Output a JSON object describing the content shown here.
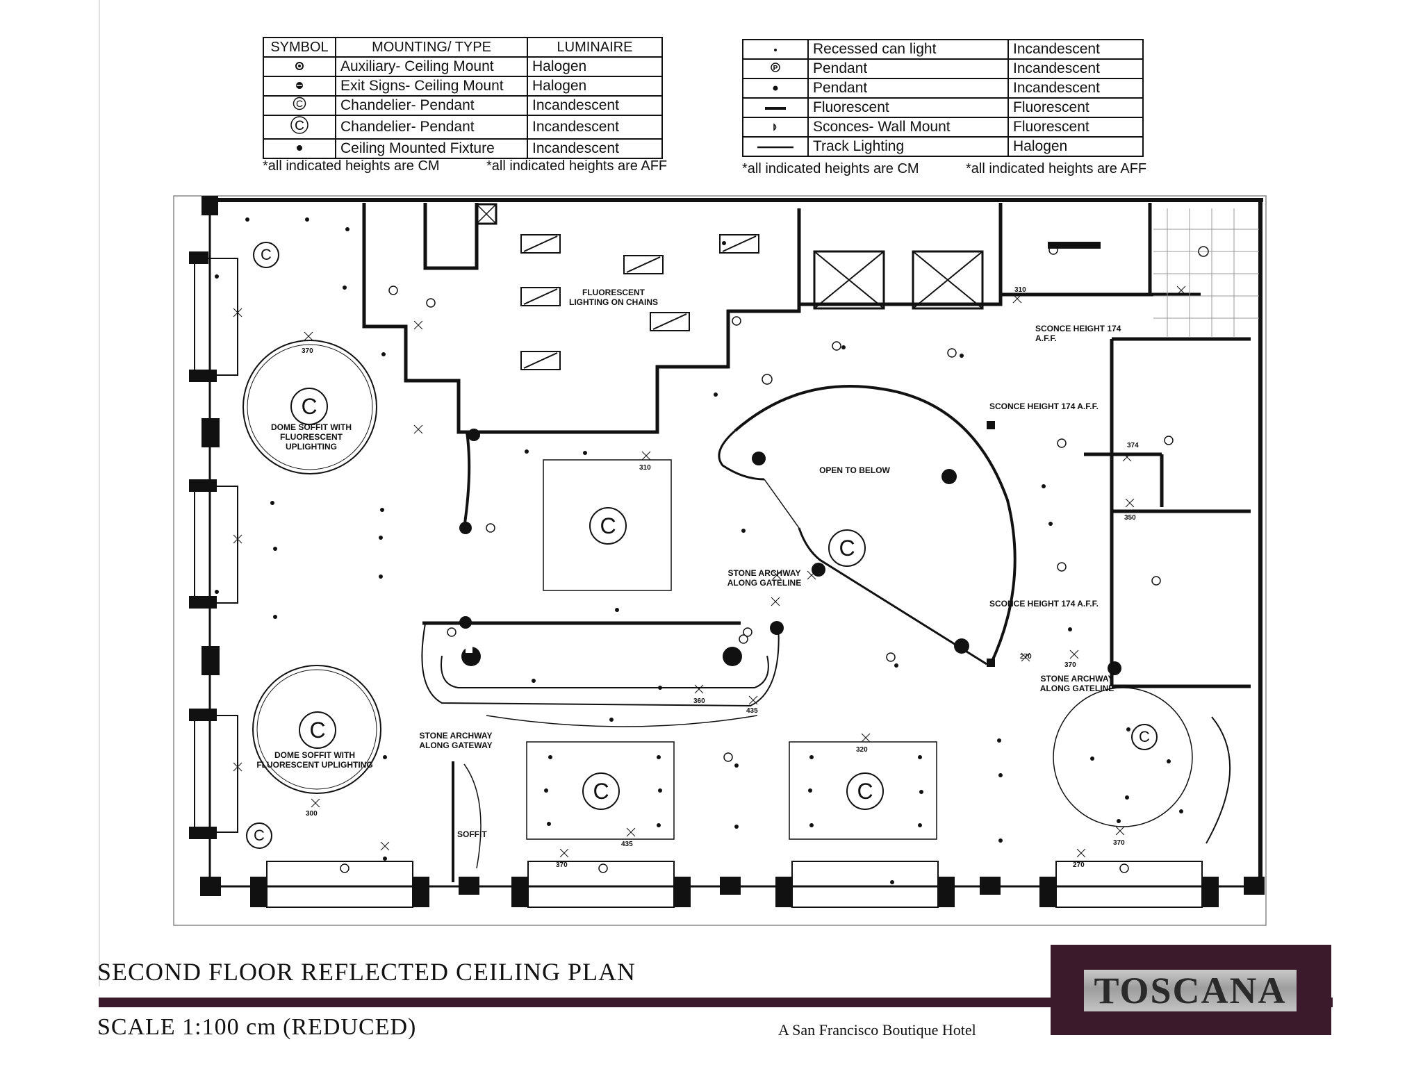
{
  "legend_left": {
    "headers": [
      "SYMBOL",
      "MOUNTING/ TYPE",
      "LUMINAIRE"
    ],
    "rows": [
      {
        "icon": "auxiliary-mount-symbol",
        "type": "Auxiliary- Ceiling Mount",
        "luminaire": "Halogen"
      },
      {
        "icon": "exit-sign-symbol",
        "type": "Exit Signs- Ceiling Mount",
        "luminaire": "Halogen"
      },
      {
        "icon": "small-chandelier-symbol",
        "symbol_text": "C",
        "type": "Chandelier- Pendant",
        "luminaire": "Incandescent"
      },
      {
        "icon": "large-chandelier-symbol",
        "symbol_text": "C",
        "type": "Chandelier- Pendant",
        "luminaire": "Incandescent"
      },
      {
        "icon": "ceiling-fixture-symbol",
        "type": "Ceiling Mounted Fixture",
        "luminaire": "Incandescent"
      }
    ],
    "notes": [
      "*all indicated heights are CM",
      "*all indicated heights are AFF"
    ]
  },
  "legend_right": {
    "rows": [
      {
        "icon": "recessed-can-symbol",
        "type": "Recessed can light",
        "luminaire": "Incandescent"
      },
      {
        "icon": "pendant-p-symbol",
        "symbol_text": "P",
        "type": "Pendant",
        "luminaire": "Incandescent"
      },
      {
        "icon": "pendant-dot-symbol",
        "type": "Pendant",
        "luminaire": "Incandescent"
      },
      {
        "icon": "fluorescent-bar-symbol",
        "type": "Fluorescent",
        "luminaire": "Fluorescent"
      },
      {
        "icon": "sconce-symbol",
        "type": "Sconces- Wall Mount",
        "luminaire": "Fluorescent"
      },
      {
        "icon": "track-lighting-symbol",
        "type": "Track Lighting",
        "luminaire": "Halogen"
      }
    ],
    "notes": [
      "*all indicated heights are CM",
      "*all indicated heights are AFF"
    ]
  },
  "plan_labels": {
    "dome_soffit": "DOME SOFFIT WITH FLUORESCENT UPLIGHTING",
    "fluorescent_chains": "FLUORESCENT LIGHTING ON CHAINS",
    "open_to_below": "OPEN TO BELOW",
    "stone_archway_gateline": "STONE ARCHWAY ALONG GATELINE",
    "stone_archway_gateway": "STONE ARCHWAY ALONG GATEWAY",
    "sconce_height": "SCONCE HEIGHT 174 A.F.F.",
    "soffit": "SOFFIT",
    "chandelier_letter": "C",
    "height_370": "370",
    "height_310": "310",
    "height_435": "435",
    "height_360": "360",
    "height_320": "320",
    "height_300": "300",
    "height_270": "270",
    "height_374": "374",
    "height_350": "350"
  },
  "title": "SECOND FLOOR REFLECTED CEILING PLAN",
  "scale": "SCALE  1:100 cm (REDUCED)",
  "subtitle": "A San Francisco Boutique Hotel",
  "brand": "TOSCANA",
  "colors": {
    "brand": "#3b1a2c",
    "line": "#111111"
  }
}
